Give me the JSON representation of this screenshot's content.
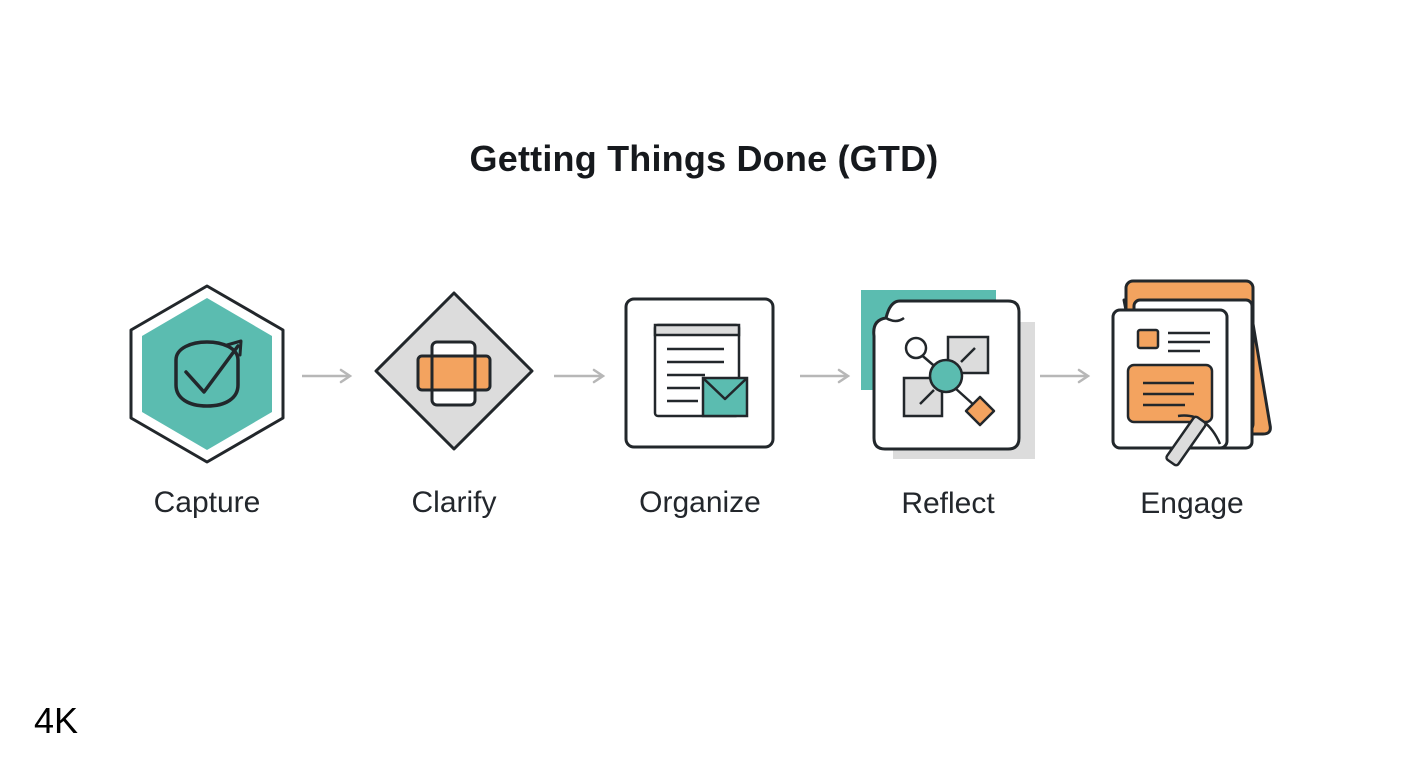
{
  "title": "Getting Things Done (GTD)",
  "steps": [
    {
      "label": "Capture",
      "icon": "hexagon-checkmark-icon"
    },
    {
      "label": "Clarify",
      "icon": "diamond-cards-icon"
    },
    {
      "label": "Organize",
      "icon": "document-envelope-icon"
    },
    {
      "label": "Reflect",
      "icon": "network-nodes-icon"
    },
    {
      "label": "Engage",
      "icon": "stacked-cards-pen-icon"
    }
  ],
  "connector": "arrow-right-icon",
  "badge": "4K",
  "colors": {
    "teal": "#5bbcb0",
    "orange": "#f3a35f",
    "gray_fill": "#dcdcdc",
    "stroke": "#22272b",
    "arrow": "#b7b7b7"
  }
}
